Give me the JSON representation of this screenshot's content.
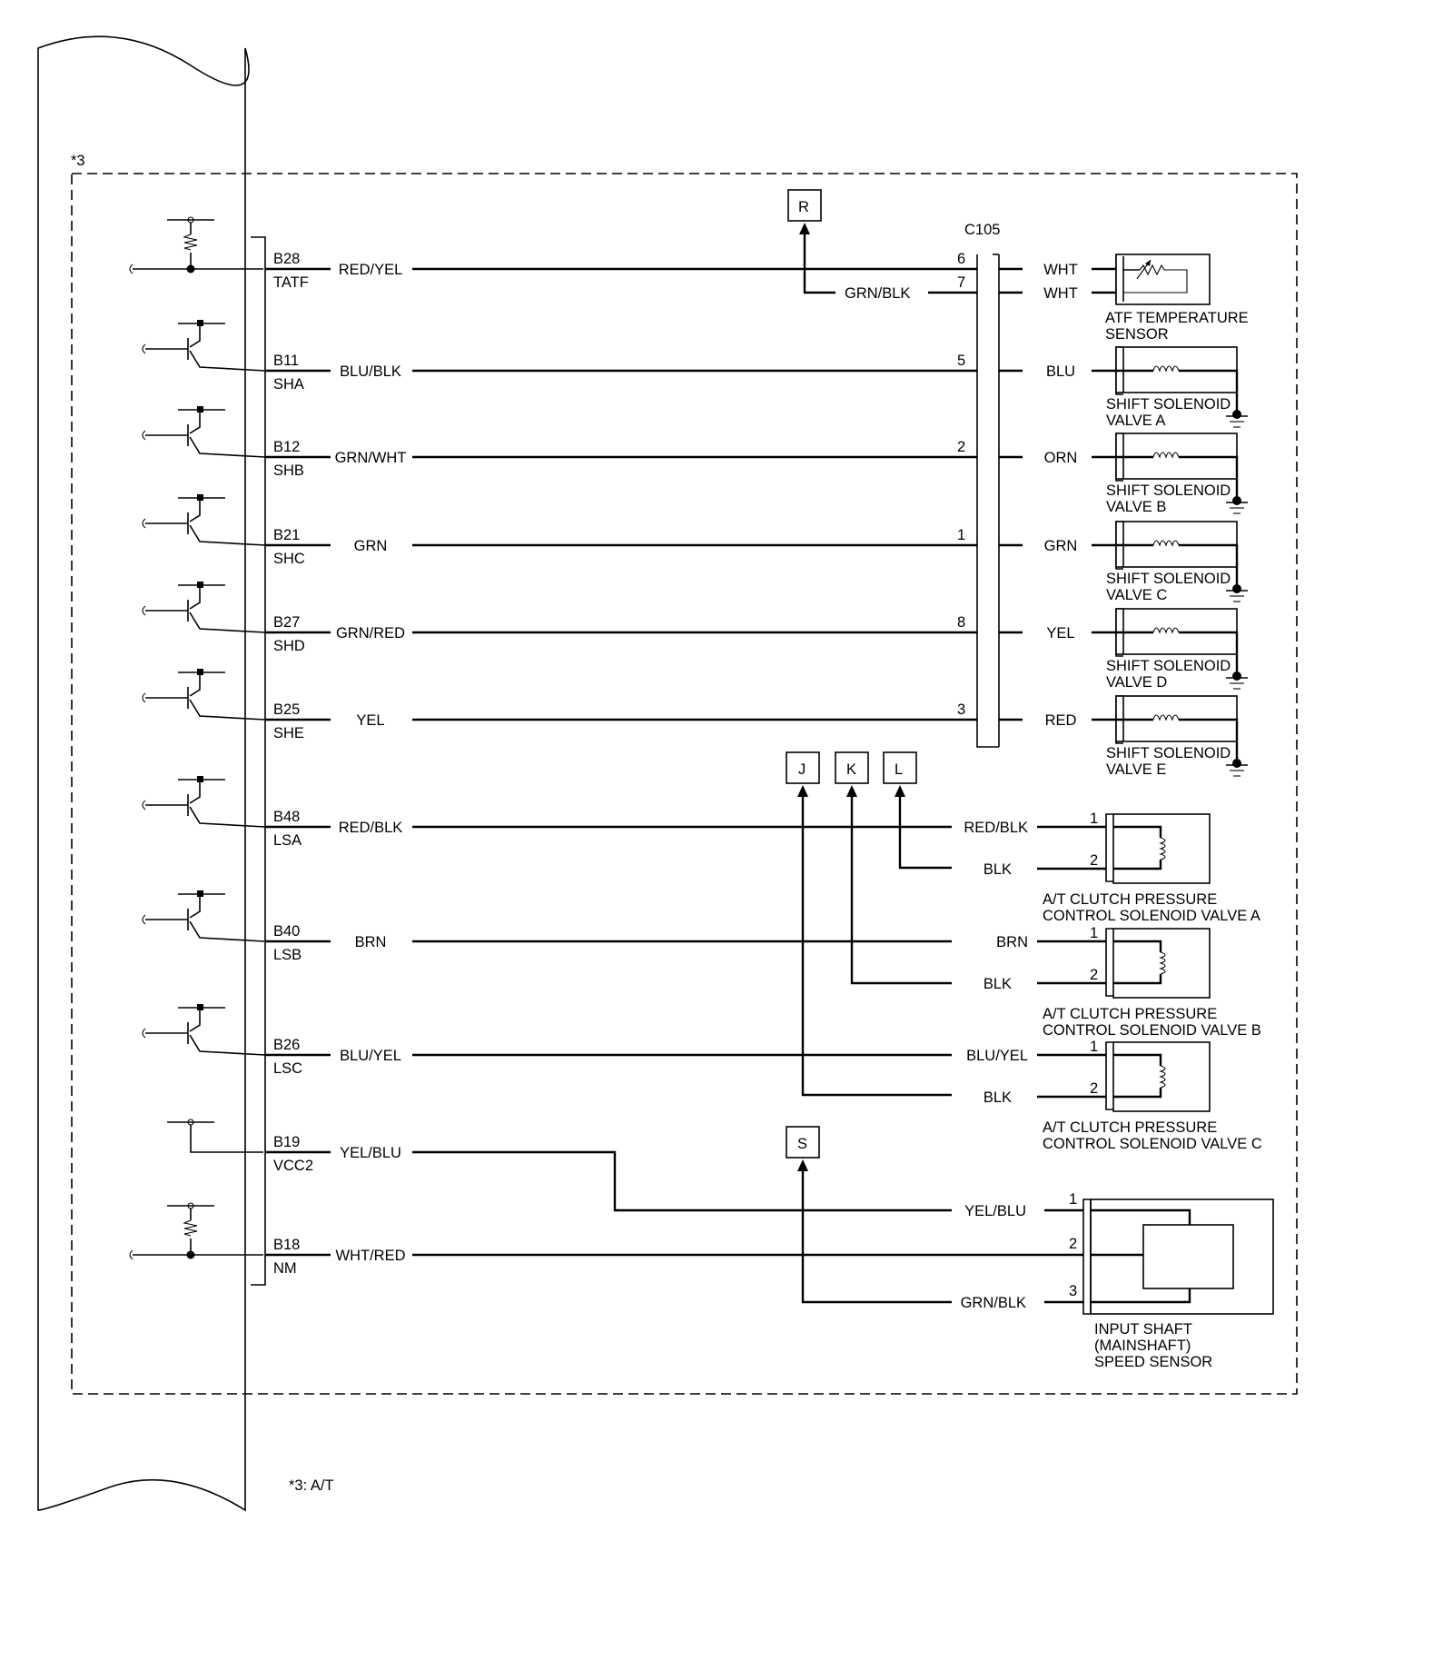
{
  "diagram": {
    "option_tag": "*3",
    "footnote": "*3: A/T",
    "connector_name": "C105",
    "pcm_pins": [
      {
        "pin": "B28",
        "signal": "TATF",
        "wire": "RED/YEL"
      },
      {
        "pin": "B11",
        "signal": "SHA",
        "wire": "BLU/BLK"
      },
      {
        "pin": "B12",
        "signal": "SHB",
        "wire": "GRN/WHT"
      },
      {
        "pin": "B21",
        "signal": "SHC",
        "wire": "GRN"
      },
      {
        "pin": "B27",
        "signal": "SHD",
        "wire": "GRN/RED"
      },
      {
        "pin": "B25",
        "signal": "SHE",
        "wire": "YEL"
      },
      {
        "pin": "B48",
        "signal": "LSA",
        "wire": "RED/BLK"
      },
      {
        "pin": "B40",
        "signal": "LSB",
        "wire": "BRN"
      },
      {
        "pin": "B26",
        "signal": "LSC",
        "wire": "BLU/YEL"
      },
      {
        "pin": "B19",
        "signal": "VCC2",
        "wire": "YEL/BLU"
      },
      {
        "pin": "B18",
        "signal": "NM",
        "wire": "WHT/RED"
      }
    ],
    "c105_terminals": [
      {
        "num": "6",
        "wire": "WHT"
      },
      {
        "num": "7",
        "wire": "WHT"
      },
      {
        "num": "5",
        "wire": "BLU"
      },
      {
        "num": "2",
        "wire": "ORN"
      },
      {
        "num": "1",
        "wire": "GRN"
      },
      {
        "num": "8",
        "wire": "YEL"
      },
      {
        "num": "3",
        "wire": "RED"
      }
    ],
    "ground_refs": {
      "R": "R",
      "J": "J",
      "K": "K",
      "L": "L",
      "S": "S"
    },
    "r_return_wire": "GRN/BLK",
    "atf_sensor": {
      "line1": "ATF TEMPERATURE",
      "line2": "SENSOR"
    },
    "shift_solenoids": [
      {
        "line1": "SHIFT SOLENOID",
        "line2": "VALVE A"
      },
      {
        "line1": "SHIFT SOLENOID",
        "line2": "VALVE B"
      },
      {
        "line1": "SHIFT SOLENOID",
        "line2": "VALVE C"
      },
      {
        "line1": "SHIFT SOLENOID",
        "line2": "VALVE D"
      },
      {
        "line1": "SHIFT SOLENOID",
        "line2": "VALVE E"
      }
    ],
    "pressure_valves": [
      {
        "wire1": "RED/BLK",
        "wire2": "BLK",
        "term1": "1",
        "term2": "2",
        "line1": "A/T CLUTCH PRESSURE",
        "line2": "CONTROL SOLENOID VALVE A"
      },
      {
        "wire1": "BRN",
        "wire2": "BLK",
        "term1": "1",
        "term2": "2",
        "line1": "A/T CLUTCH PRESSURE",
        "line2": "CONTROL SOLENOID VALVE B"
      },
      {
        "wire1": "BLU/YEL",
        "wire2": "BLK",
        "term1": "1",
        "term2": "2",
        "line1": "A/T CLUTCH PRESSURE",
        "line2": "CONTROL SOLENOID VALVE C"
      }
    ],
    "speed_sensor": {
      "wires": [
        "YEL/BLU",
        "WHT/RED",
        "GRN/BLK"
      ],
      "terms": [
        "1",
        "2",
        "3"
      ],
      "line1": "INPUT SHAFT",
      "line2": "(MAINSHAFT)",
      "line3": "SPEED SENSOR"
    }
  }
}
